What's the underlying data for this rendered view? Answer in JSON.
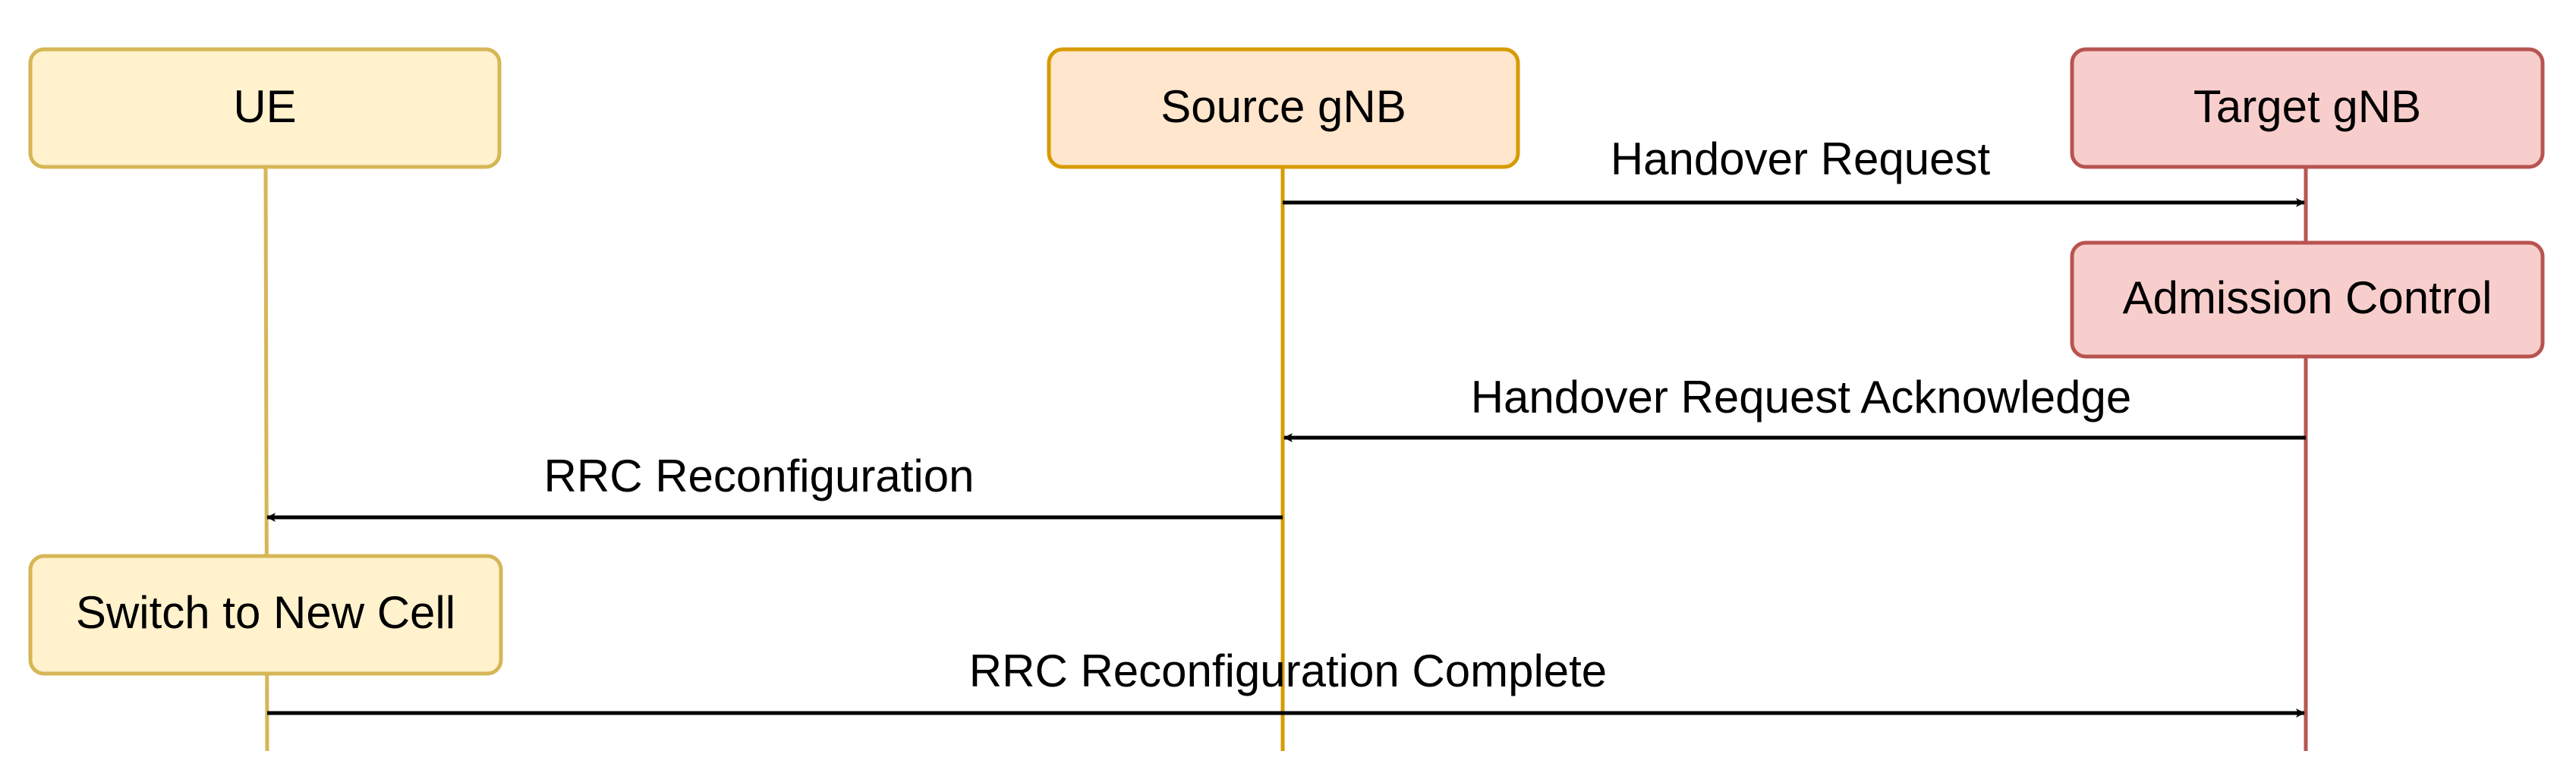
{
  "participants": [
    {
      "id": "ue",
      "label": "UE",
      "fill": "#fff2cc",
      "stroke": "#d6b656"
    },
    {
      "id": "source",
      "label": "Source gNB",
      "fill": "#ffe6cc",
      "stroke": "#d79b00"
    },
    {
      "id": "target",
      "label": "Target gNB",
      "fill": "#f8cecc",
      "stroke": "#b85450"
    }
  ],
  "activities": [
    {
      "id": "admission",
      "label": "Admission Control",
      "owner": "target"
    },
    {
      "id": "switch",
      "label": "Switch to New Cell",
      "owner": "ue"
    }
  ],
  "messages": [
    {
      "id": "m1",
      "label": "Handover Request",
      "from": "source",
      "to": "target"
    },
    {
      "id": "m2",
      "label": "Handover Request Acknowledge",
      "from": "target",
      "to": "source"
    },
    {
      "id": "m3",
      "label": "RRC Reconfiguration",
      "from": "source",
      "to": "ue"
    },
    {
      "id": "m4",
      "label": "RRC Reconfiguration Complete",
      "from": "ue",
      "to": "target"
    }
  ],
  "colors": {
    "arrow": "#000000"
  }
}
